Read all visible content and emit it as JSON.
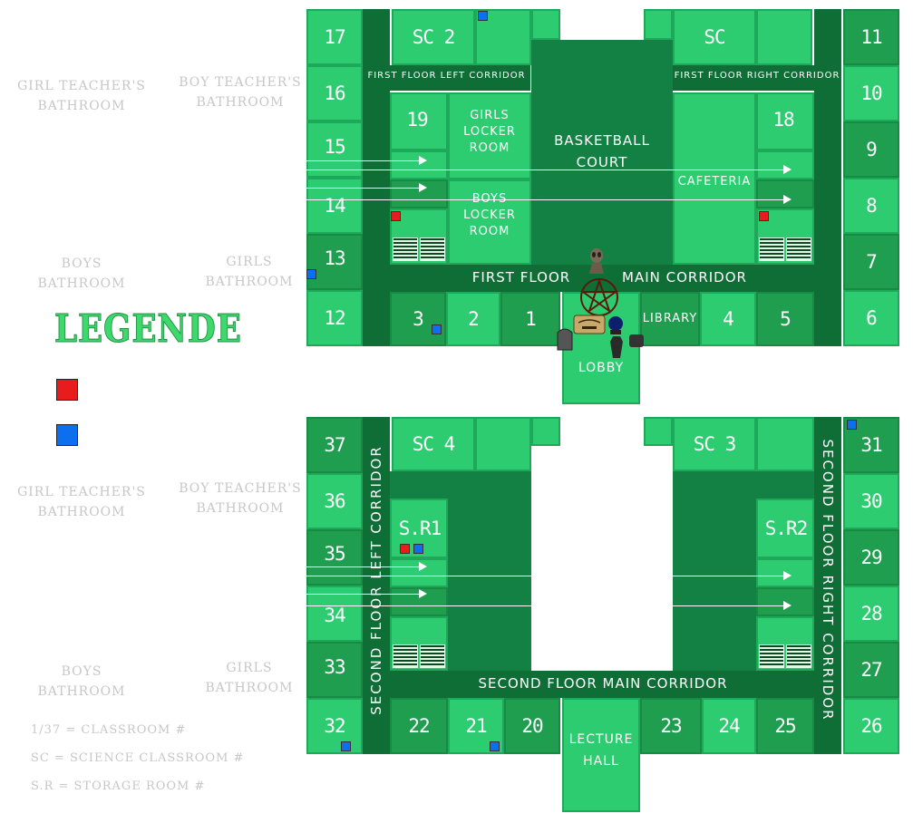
{
  "floors": {
    "first": {
      "rooms": {
        "r17": "17",
        "r16": "16",
        "r15": "15",
        "r14": "14",
        "r13": "13",
        "r12": "12",
        "r11": "11",
        "r10": "10",
        "r9": "9",
        "r8": "8",
        "r7": "7",
        "r6": "6",
        "r19": "19",
        "r18": "18",
        "r3": "3",
        "r2": "2",
        "r1": "1",
        "r4": "4",
        "r5": "5",
        "sc2": "SC 2",
        "sc": "SC"
      },
      "labels": {
        "left_corridor": "FIRST FLOOR LEFT CORRIDOR",
        "right_corridor": "FIRST FLOOR RIGHT CORRIDOR",
        "main_corridor_a": "FIRST FLOOR",
        "main_corridor_b": "MAIN CORRIDOR",
        "girls_locker_1": "GIRLS",
        "girls_locker_2": "LOCKER",
        "girls_locker_3": "ROOM",
        "boys_locker_1": "BOYS",
        "boys_locker_2": "LOCKER",
        "boys_locker_3": "ROOM",
        "basketball_1": "BASKETBALL",
        "basketball_2": "COURT",
        "cafeteria": "CAFETERIA",
        "library": "LIBRARY",
        "lobby": "LOBBY"
      },
      "bathrooms": {
        "girl_teacher_1": "GIRL TEACHER'S",
        "girl_teacher_2": "BATHROOM",
        "boy_teacher_1": "BOY TEACHER'S",
        "boy_teacher_2": "BATHROOM",
        "boys_1": "BOYS",
        "boys_2": "BATHROOM",
        "girls_1": "GIRLS",
        "girls_2": "BATHROOM"
      }
    },
    "second": {
      "rooms": {
        "r37": "37",
        "r36": "36",
        "r35": "35",
        "r34": "34",
        "r33": "33",
        "r32": "32",
        "r31": "31",
        "r30": "30",
        "r29": "29",
        "r28": "28",
        "r27": "27",
        "r26": "26",
        "r22": "22",
        "r21": "21",
        "r20": "20",
        "r23": "23",
        "r24": "24",
        "r25": "25",
        "sc4": "SC 4",
        "sc3": "SC 3",
        "sr1": "S.R1",
        "sr2": "S.R2"
      },
      "labels": {
        "left_corridor": "SECOND FLOOR LEFT CORRIDOR",
        "right_corridor": "SECOND FLOOR RIGHT CORRIDOR",
        "main_corridor": "SECOND FLOOR MAIN CORRIDOR",
        "lecture_1": "LECTURE",
        "lecture_2": "HALL"
      },
      "bathrooms": {
        "girl_teacher_1": "GIRL TEACHER'S",
        "girl_teacher_2": "BATHROOM",
        "boy_teacher_1": "BOY TEACHER'S",
        "boy_teacher_2": "BATHROOM",
        "boys_1": "BOYS",
        "boys_2": "BATHROOM",
        "girls_1": "GIRLS",
        "girls_2": "BATHROOM"
      }
    }
  },
  "legend": {
    "title": "LEGENDE",
    "red_color": "#e81c1c",
    "blue_color": "#0b6ff0",
    "key_classroom": "1/37 = CLASSROOM #",
    "key_science": "SC = SCIENCE CLASSROOM #",
    "key_storage": "S.R = STORAGE ROOM #"
  },
  "colors": {
    "room": "#2ecc71",
    "room_dark": "#1f9e50",
    "corridor": "#0f6d36",
    "court": "#138143"
  }
}
